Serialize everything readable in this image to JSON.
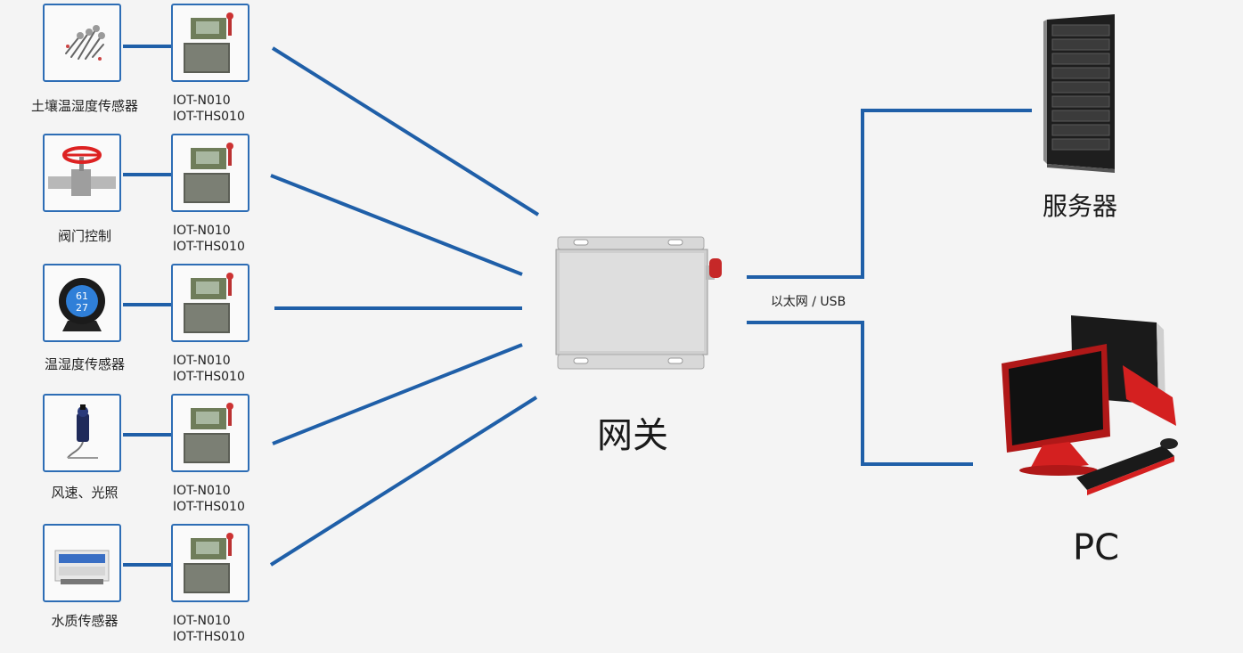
{
  "sensors": [
    {
      "name": "土壤温湿度传感器",
      "icon": "soil-probe-icon"
    },
    {
      "name": "阀门控制",
      "icon": "valve-icon"
    },
    {
      "name": "温湿度传感器",
      "icon": "thermo-hygrometer-icon"
    },
    {
      "name": "风速、光照",
      "icon": "light-sensor-icon"
    },
    {
      "name": "水质传感器",
      "icon": "water-quality-analyzer-icon"
    }
  ],
  "module": {
    "line1": "IOT-N010",
    "line2": "IOT-THS010",
    "icon": "wireless-module-icon"
  },
  "gateway": {
    "label": "网关",
    "icon": "gateway-device-icon"
  },
  "connection": {
    "label": "以太网 / USB"
  },
  "server": {
    "label": "服务器",
    "icon": "server-rack-icon"
  },
  "pc": {
    "label": "PC",
    "icon": "desktop-computer-icon"
  },
  "colors": {
    "line": "#1f5fa8",
    "border": "#2d6db5",
    "background": "#f4f4f4"
  }
}
